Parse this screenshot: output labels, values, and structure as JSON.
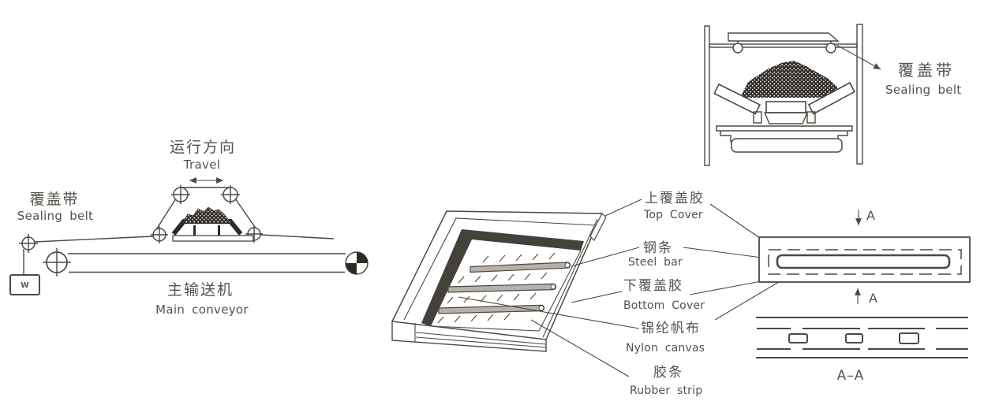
{
  "colors": {
    "line": "#4e4843",
    "text": "#57514b",
    "dark_fill": "#44403a",
    "background": "#ffffff"
  },
  "side_view": {
    "travel_zh": "运行方向",
    "travel_en": "Travel",
    "sealing_belt_zh": "覆盖带",
    "sealing_belt_en": "Sealing belt",
    "main_conveyor_zh": "主输送机",
    "main_conveyor_en": "Main conveyor",
    "counterweight_label": "W"
  },
  "cross_section_view": {
    "sealing_belt_zh": "覆盖带",
    "sealing_belt_en": "Sealing belt"
  },
  "layer_view": {
    "labels": [
      {
        "zh": "上覆盖胶",
        "en": "Top Cover"
      },
      {
        "zh": "钢条",
        "en": "Steel bar"
      },
      {
        "zh": "下覆盖胶",
        "en": "Bottom Cover"
      },
      {
        "zh": "锦纶帆布",
        "en": "Nylon canvas"
      },
      {
        "zh": "胶条",
        "en": "Rubber strip"
      }
    ]
  },
  "plan_view": {
    "section_marker": "A",
    "section_title": "A–A"
  }
}
